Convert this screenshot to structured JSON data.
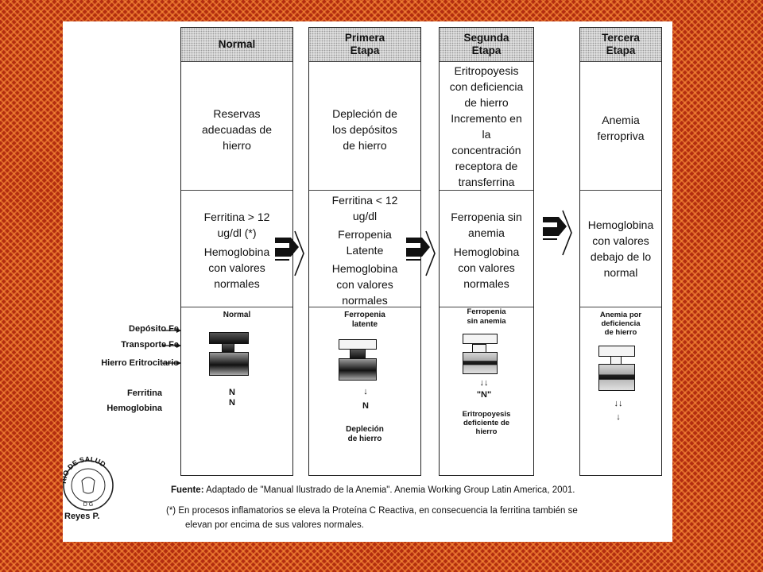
{
  "columns": [
    {
      "header": "Normal",
      "top_text": [
        "Reservas",
        "adecuadas de",
        "hierro"
      ],
      "mid_text": [
        "Ferritina > 12",
        "ug/dl (*)",
        "Hemoglobina",
        "con valores",
        "normales"
      ],
      "low_label": [
        "Normal"
      ],
      "ferritina": "N",
      "hemoglobina": "N",
      "bottom_note": []
    },
    {
      "header": "Primera Etapa",
      "top_text": [
        "Depleción de",
        "los depósitos",
        "de hierro"
      ],
      "mid_text": [
        "Ferritina < 12",
        "ug/dl",
        "Ferropenia",
        "Latente",
        "Hemoglobina",
        "con valores",
        "normales"
      ],
      "low_label": [
        "Ferropenia",
        "latente"
      ],
      "ferritina": "↓",
      "hemoglobina": "N",
      "bottom_note": [
        "Depleción",
        "de hierro"
      ]
    },
    {
      "header": "Segunda Etapa",
      "top_text": [
        "Eritropoyesis",
        "con deficiencia",
        "de hierro",
        "Incremento en",
        "la",
        "concentración",
        "receptora de",
        "transferrina"
      ],
      "mid_text": [
        "Ferropenia sin",
        "anemia",
        "Hemoglobina",
        "con valores",
        "normales"
      ],
      "low_label": [
        "Ferropenia",
        "sin anemia"
      ],
      "ferritina": "↓↓",
      "hemoglobina": "\"N\"",
      "bottom_note": [
        "Eritropoyesis",
        "deficiente de",
        "hierro"
      ]
    },
    {
      "header": "Tercera Etapa",
      "top_text": [
        "Anemia",
        "ferropriva"
      ],
      "mid_text": [
        "Hemoglobina",
        "con valores",
        "debajo de lo",
        "normal"
      ],
      "low_label": [
        "Anemia por",
        "deficiencia",
        "de hierro"
      ],
      "ferritina": "↓↓",
      "hemoglobina": "↓",
      "bottom_note": []
    }
  ],
  "row_labels": {
    "deposito": "Depósito Fe",
    "transporte": "Transporte Fe",
    "eritrocitario": "Hierro Eritrocitario",
    "ferritina": "Ferritina",
    "hemoglobina": "Hemoglobina"
  },
  "footer": {
    "source_label": "Fuente:",
    "source_text": "Adaptado de \"Manual Ilustrado de la Anemia\". Anemia Working Group Latin America, 2001.",
    "note_line1": "(*) En procesos inflamatorios se eleva la Proteína C Reactiva, en consecuencia la ferritina también se",
    "note_line2": "elevan por encima de sus valores normales."
  },
  "stamp": {
    "arc_text": "RIO DE SALUD",
    "signature": "Reyes P."
  },
  "colors": {
    "background": "#b32d10",
    "header_fill": "#dedede",
    "ink": "#111111"
  },
  "icons": [
    "stage-arrow-icon",
    "pointer-arrow-icon"
  ]
}
